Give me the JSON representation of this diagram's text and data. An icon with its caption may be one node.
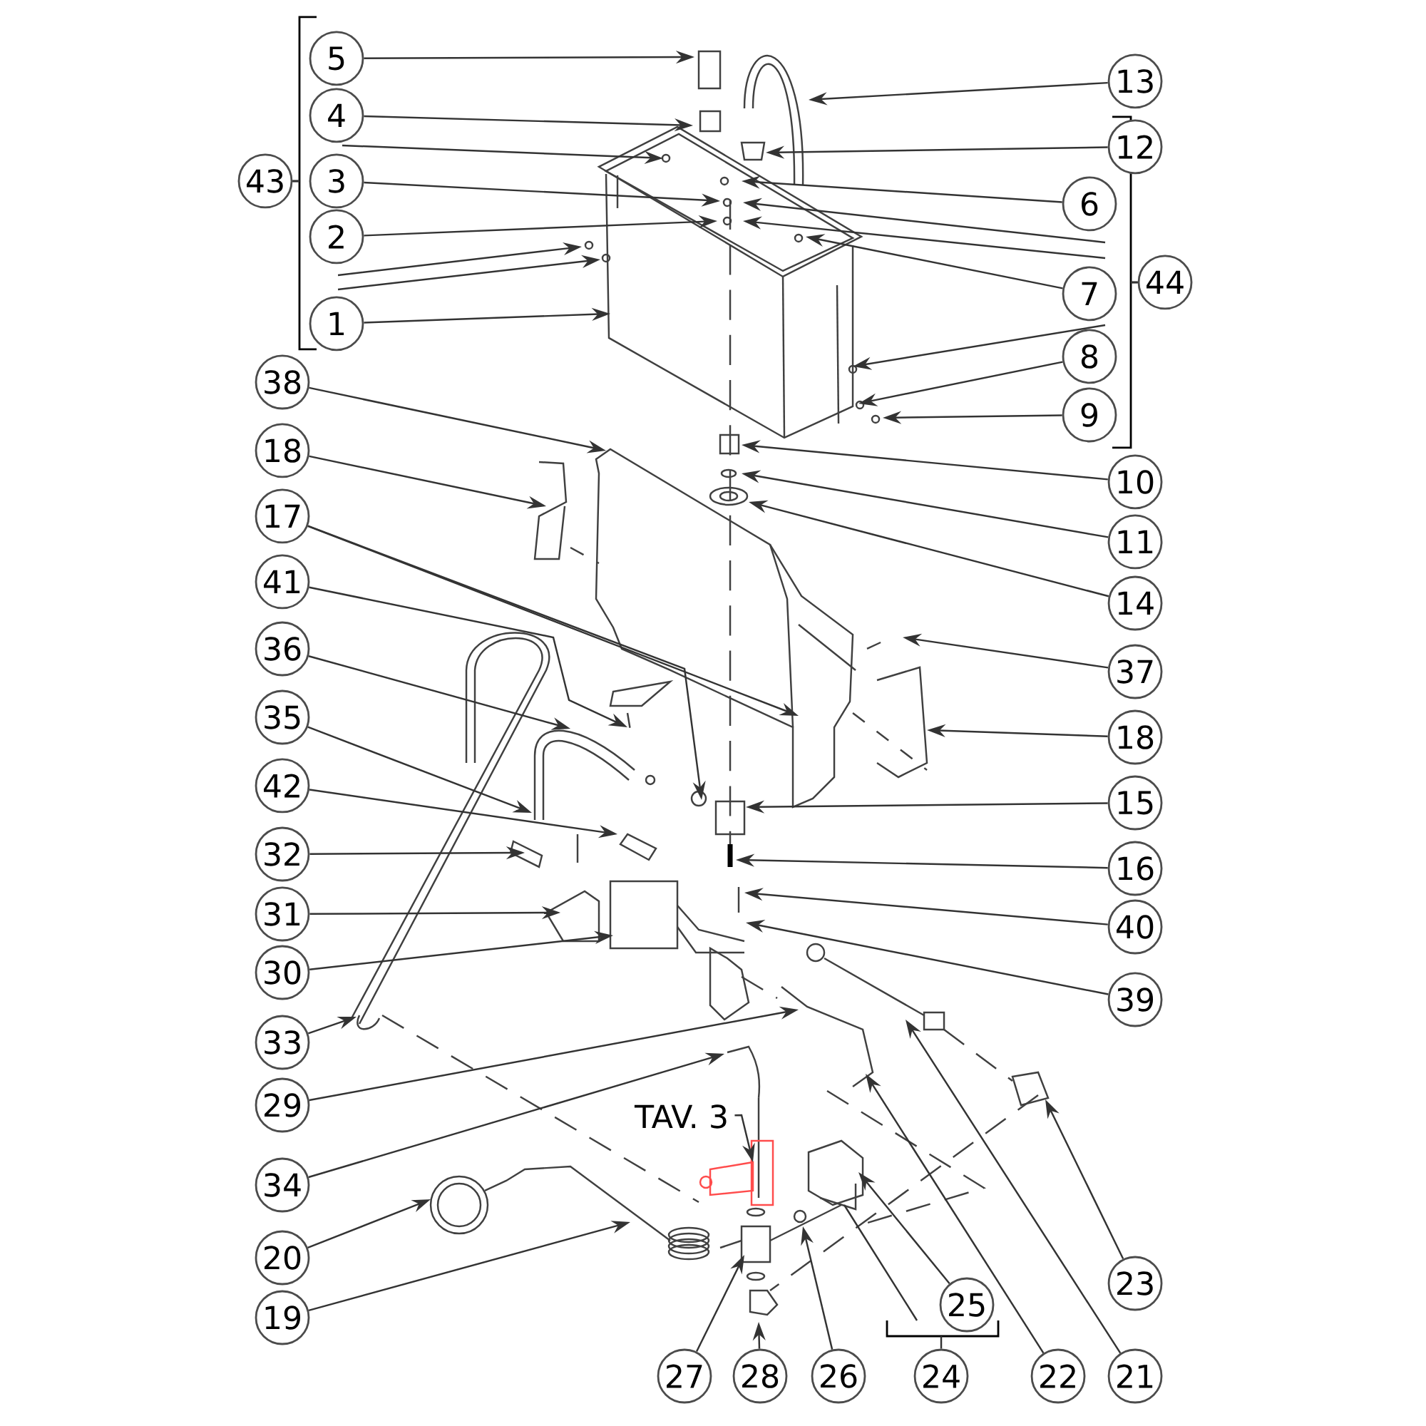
{
  "diagram": {
    "nodes": [
      {
        "text": [
          "5"
        ]
      },
      {
        "text": [
          "4"
        ]
      },
      {
        "text": [
          "3"
        ]
      },
      {
        "text": [
          "2"
        ]
      },
      {
        "text": [
          "1"
        ]
      },
      {
        "text": [
          "43"
        ]
      },
      {
        "text": [
          "38"
        ]
      },
      {
        "text": [
          "18"
        ]
      },
      {
        "text": [
          "17"
        ]
      },
      {
        "text": [
          "41"
        ]
      },
      {
        "text": [
          "36"
        ]
      },
      {
        "text": [
          "35"
        ]
      },
      {
        "text": [
          "42"
        ]
      },
      {
        "text": [
          "32"
        ]
      },
      {
        "text": [
          "31"
        ]
      },
      {
        "text": [
          "30"
        ]
      },
      {
        "text": [
          "33"
        ]
      },
      {
        "text": [
          "29"
        ]
      },
      {
        "text": [
          "34"
        ]
      },
      {
        "text": [
          "20"
        ]
      },
      {
        "text": [
          "19"
        ]
      },
      {
        "text": [
          "13"
        ]
      },
      {
        "text": [
          "12"
        ]
      },
      {
        "text": [
          "6"
        ]
      },
      {
        "text": [
          "7"
        ]
      },
      {
        "text": [
          "44"
        ]
      },
      {
        "text": [
          "8"
        ]
      },
      {
        "text": [
          "9"
        ]
      },
      {
        "text": [
          "10"
        ]
      },
      {
        "text": [
          "11"
        ]
      },
      {
        "text": [
          "14"
        ]
      },
      {
        "text": [
          "37"
        ]
      },
      {
        "text": [
          "18"
        ]
      },
      {
        "text": [
          "15"
        ]
      },
      {
        "text": [
          "16"
        ]
      },
      {
        "text": [
          "40"
        ]
      },
      {
        "text": [
          "39"
        ]
      },
      {
        "text": [
          "23"
        ]
      },
      {
        "text": [
          "25"
        ]
      },
      {
        "text": [
          "27"
        ]
      },
      {
        "text": [
          "28"
        ]
      },
      {
        "text": [
          "26"
        ]
      },
      {
        "text": [
          "24"
        ]
      },
      {
        "text": [
          "22"
        ]
      },
      {
        "text": [
          "21"
        ]
      },
      {
        "text": [
          "TAV. 3"
        ]
      }
    ],
    "edges": [
      {
        "from": 0,
        "to": null,
        "arrow": "to"
      },
      {
        "from": 1,
        "to": null,
        "arrow": "to"
      },
      {
        "from": 2,
        "to": null,
        "arrow": "to"
      },
      {
        "from": 3,
        "to": null,
        "arrow": "to"
      },
      {
        "from": 4,
        "to": null,
        "arrow": "to"
      },
      {
        "from": 6,
        "to": null,
        "arrow": "to"
      },
      {
        "from": 7,
        "to": null,
        "arrow": "to"
      },
      {
        "from": 8,
        "to": null,
        "arrow": "to"
      },
      {
        "from": 8,
        "to": null,
        "arrow": "to"
      },
      {
        "from": 9,
        "to": null,
        "arrow": "to"
      },
      {
        "from": 10,
        "to": null,
        "arrow": "to"
      },
      {
        "from": 11,
        "to": null,
        "arrow": "to"
      },
      {
        "from": 12,
        "to": null,
        "arrow": "to"
      },
      {
        "from": 13,
        "to": null,
        "arrow": "to"
      },
      {
        "from": 14,
        "to": null,
        "arrow": "to"
      },
      {
        "from": 15,
        "to": null,
        "arrow": "to"
      },
      {
        "from": 16,
        "to": null,
        "arrow": "to"
      },
      {
        "from": 17,
        "to": null,
        "arrow": "to"
      },
      {
        "from": 18,
        "to": null,
        "arrow": "to"
      },
      {
        "from": 19,
        "to": null,
        "arrow": "to"
      },
      {
        "from": 20,
        "to": null,
        "arrow": "to"
      },
      {
        "from": 21,
        "to": null,
        "arrow": "to"
      },
      {
        "from": 22,
        "to": null,
        "arrow": "to"
      },
      {
        "from": 23,
        "to": null,
        "arrow": "to"
      },
      {
        "from": 24,
        "to": null,
        "arrow": "to"
      },
      {
        "from": 26,
        "to": null,
        "arrow": "to"
      },
      {
        "from": 27,
        "to": null,
        "arrow": "to"
      },
      {
        "from": 28,
        "to": null,
        "arrow": "to"
      },
      {
        "from": 29,
        "to": null,
        "arrow": "to"
      },
      {
        "from": 30,
        "to": null,
        "arrow": "to"
      },
      {
        "from": 31,
        "to": null,
        "arrow": "to"
      },
      {
        "from": 32,
        "to": null,
        "arrow": "to"
      },
      {
        "from": 33,
        "to": null,
        "arrow": "to"
      },
      {
        "from": 34,
        "to": null,
        "arrow": "to"
      },
      {
        "from": 35,
        "to": null,
        "arrow": "to"
      },
      {
        "from": 36,
        "to": null,
        "arrow": "to"
      },
      {
        "from": 37,
        "to": null,
        "arrow": "to"
      },
      {
        "from": 38,
        "to": null,
        "arrow": "to"
      },
      {
        "from": 39,
        "to": null,
        "arrow": "to"
      },
      {
        "from": 40,
        "to": null,
        "arrow": "to"
      },
      {
        "from": 41,
        "to": null,
        "arrow": "to"
      },
      {
        "from": 42,
        "to": null,
        "arrow": "none"
      },
      {
        "from": 43,
        "to": null,
        "arrow": "to"
      },
      {
        "from": 44,
        "to": null,
        "arrow": "to"
      },
      {
        "from": 45,
        "to": null,
        "arrow": "to"
      },
      {
        "from": 5,
        "to": null,
        "arrow": "to"
      },
      {
        "from": 5,
        "to": null,
        "arrow": "to"
      },
      {
        "from": 5,
        "to": null,
        "arrow": "to"
      },
      {
        "from": 25,
        "to": null,
        "arrow": "to"
      },
      {
        "from": 25,
        "to": null,
        "arrow": "to"
      },
      {
        "from": 25,
        "to": null,
        "arrow": "to"
      }
    ]
  }
}
